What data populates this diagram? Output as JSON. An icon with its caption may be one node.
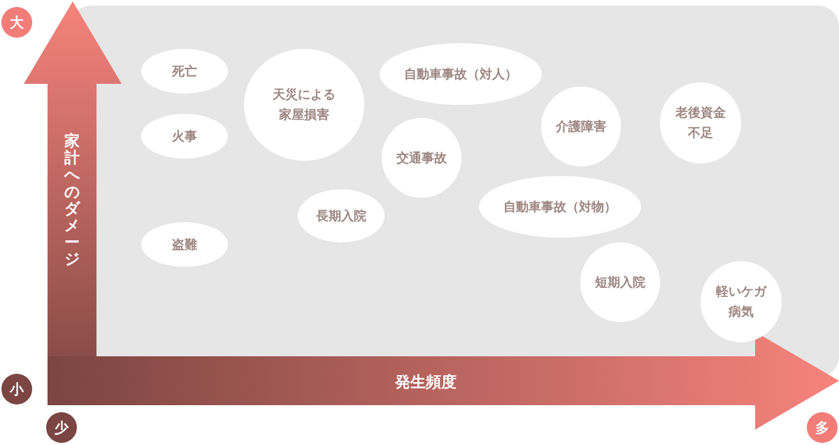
{
  "diagram": {
    "nodes": [
      {
        "text": [
          "大"
        ]
      },
      {
        "text": [
          "小"
        ]
      },
      {
        "text": [
          "少"
        ]
      },
      {
        "text": [
          "多"
        ]
      },
      {
        "text": [
          "死亡"
        ]
      },
      {
        "text": [
          "天災による家屋損害"
        ]
      },
      {
        "text": [
          "自動車事故（対人）"
        ]
      },
      {
        "text": [
          "火事"
        ]
      },
      {
        "text": [
          "交通事故"
        ]
      },
      {
        "text": [
          "介護障害"
        ]
      },
      {
        "text": [
          "老後資金不足"
        ]
      },
      {
        "text": [
          "自動車事故（対物）"
        ]
      },
      {
        "text": [
          "長期入院"
        ]
      },
      {
        "text": [
          "盗難"
        ]
      },
      {
        "text": [
          "短期入院"
        ]
      },
      {
        "text": [
          "軽いケガ病気"
        ]
      }
    ],
    "labels": [
      "家計へのダメージ",
      "発生頻度"
    ]
  }
}
